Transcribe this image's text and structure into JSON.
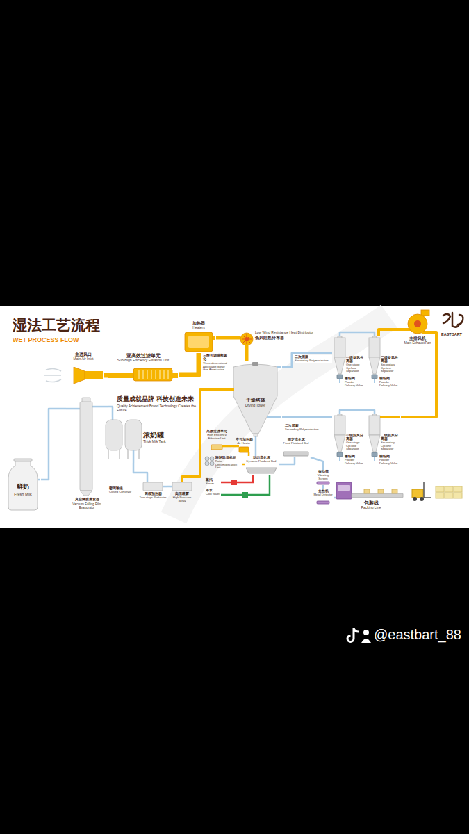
{
  "diagram": {
    "title": "湿法工艺流程",
    "nodes": [
      {
        "text": [
          "主进风口",
          "Main Air Inlet"
        ]
      },
      {
        "text": [
          "亚高效过滤单元",
          "Sub-High Efficiency Filtration Unit"
        ]
      },
      {
        "text": [
          "加热器",
          "Heaters"
        ]
      },
      {
        "text": [
          "Low Wind Resistance Heat Distributor",
          "低风阻热分布器"
        ]
      },
      {
        "text": [
          "干燥塔体",
          "Drying Tower"
        ]
      },
      {
        "text": [
          "一级旋风分离器",
          "One-stage Cyclone Separator",
          "输粉阀",
          "Powder Delivery Valve"
        ]
      },
      {
        "text": [
          "二级旋风分离器",
          "Secondary Cyclone Separator",
          "输粉阀",
          "Powder Delivery Valve"
        ]
      },
      {
        "text": [
          "主排风机",
          "Main Exhaust Fan"
        ]
      },
      {
        "text": [
          "一级旋风分离器",
          "One-stage Cyclone Separator",
          "输粉阀",
          "Powder Delivery Valve"
        ]
      },
      {
        "text": [
          "二级旋风分离器",
          "Secondary Cyclone Separator",
          "输粉阀",
          "Powder Delivery Valve"
        ]
      },
      {
        "text": [
          "鲜奶",
          "Fresh Milk"
        ]
      },
      {
        "text": [
          "真空降膜蒸发器",
          "Vacuum Falling Film Evaporator"
        ]
      },
      {
        "text": [
          "浓奶罐",
          "Thick Milk Tank"
        ]
      },
      {
        "text": [
          "两级预热器",
          "Two-stage Preheater"
        ]
      },
      {
        "text": [
          "高压喷雾",
          "High Pressure Spray"
        ]
      },
      {
        "text": [
          "高效过滤单元",
          "High Efficiency Filtration Unit"
        ]
      },
      {
        "text": [
          "空气加热器",
          "Air Heater"
        ]
      },
      {
        "text": [
          "转轮除湿机组",
          "Rotor Dehumidification Unit"
        ]
      },
      {
        "text": [
          "动态流化床",
          "Dynamic Fluidized Bed"
        ]
      },
      {
        "text": [
          "固定流化床",
          "Fixed Fluidized Bed"
        ]
      },
      {
        "text": [
          "振动筛",
          "Vibrating Screen"
        ]
      },
      {
        "text": [
          "金检机",
          "Metal Detector"
        ]
      },
      {
        "text": [
          "包装线",
          "Packing Line"
        ]
      }
    ],
    "edges": [
      {
        "from": 0,
        "to": 1,
        "arrow": "none"
      },
      {
        "from": 1,
        "to": 2,
        "arrow": "none"
      },
      {
        "from": 2,
        "to": 3,
        "arrow": "none"
      },
      {
        "from": 3,
        "to": 4,
        "arrow": "none"
      },
      {
        "from": 4,
        "to": 5,
        "arrow": "none"
      },
      {
        "from": 5,
        "to": 6,
        "arrow": "none"
      },
      {
        "from": 6,
        "to": 7,
        "arrow": "none"
      },
      {
        "from": 4,
        "to": 8,
        "arrow": "none"
      },
      {
        "from": 8,
        "to": 9,
        "arrow": "none"
      },
      {
        "from": 9,
        "to": 7,
        "arrow": "none"
      },
      {
        "from": 10,
        "to": 11,
        "arrow": "none"
      },
      {
        "from": 11,
        "to": 12,
        "arrow": "none"
      },
      {
        "from": 12,
        "to": 13,
        "arrow": "none"
      },
      {
        "from": 13,
        "to": 14,
        "arrow": "none"
      },
      {
        "from": 14,
        "to": 4,
        "arrow": "none"
      },
      {
        "from": 15,
        "to": 16,
        "arrow": "none"
      },
      {
        "from": 16,
        "to": 18,
        "arrow": "none"
      },
      {
        "from": 17,
        "to": 18,
        "arrow": "none"
      },
      {
        "from": 4,
        "to": 18,
        "arrow": "none"
      },
      {
        "from": 18,
        "to": 19,
        "arrow": "none"
      },
      {
        "from": 19,
        "to": 20,
        "arrow": "none"
      },
      {
        "from": 20,
        "to": 21,
        "arrow": "none"
      },
      {
        "from": 21,
        "to": 22,
        "arrow": "none"
      }
    ],
    "labels": [
      "WET PROCESS FLOW",
      "EASTBART",
      "质量成就品牌 科技创造未来",
      "Quality Achievement Brand Technology Creates the Future",
      "三维可调喷枪雾化",
      "Three-dimensional Adjustable Spray Gun Atomization",
      "二次团聚",
      "Secondary Polymerization",
      "密闭输送",
      "Closed Conveyor",
      "二次团聚",
      "Secondary Polymerization",
      "蒸汽",
      "Steam",
      "冷水",
      "Cold Water",
      "@eastbart_88"
    ]
  }
}
